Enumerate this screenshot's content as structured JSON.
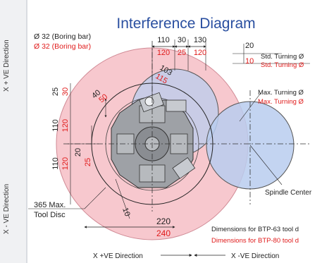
{
  "title": "Interference Diagram",
  "side": {
    "x_minus": "X - VE Direction",
    "x_plus": "X + VE Direction"
  },
  "labels": {
    "boring_black": "Ø 32 (Boring bar)",
    "boring_red": "Ø 32 (Boring bar)",
    "std_black": "Std. Turning Ø",
    "std_red": "Std. Turning Ø",
    "max_black": "Max. Turning Ø",
    "max_red": "Max. Turning Ø",
    "spindle": "Spindle Center",
    "tool_disc_1": "365 Max.",
    "tool_disc_2": "Tool Disc",
    "dims_black": "Dimensions for BTP-63 tool d",
    "dims_red": "Dimensions for BTP-80 tool d",
    "x_plus": "X +VE Direction",
    "x_minus": "X -VE Direction"
  },
  "dims": {
    "top_110": "110",
    "top_120": "120",
    "top_30": "30",
    "top_25": "25",
    "top_130": "130",
    "top_120b": "120",
    "r_20": "20",
    "r_10": "10",
    "diag_103": "103",
    "diag_115": "115",
    "d40": "40",
    "d50": "50",
    "l25": "25",
    "l30": "30",
    "l110": "110",
    "l120": "120",
    "l20": "20",
    "l25b": "25",
    "l110b": "110",
    "l120b": "120",
    "b10": "10",
    "b220": "220",
    "b240": "240"
  },
  "colors": {
    "title": "#2a4fa0",
    "red": "#e01b1b",
    "black": "#222222",
    "pink": "#f4b5be",
    "blue": "#b9cdee"
  }
}
